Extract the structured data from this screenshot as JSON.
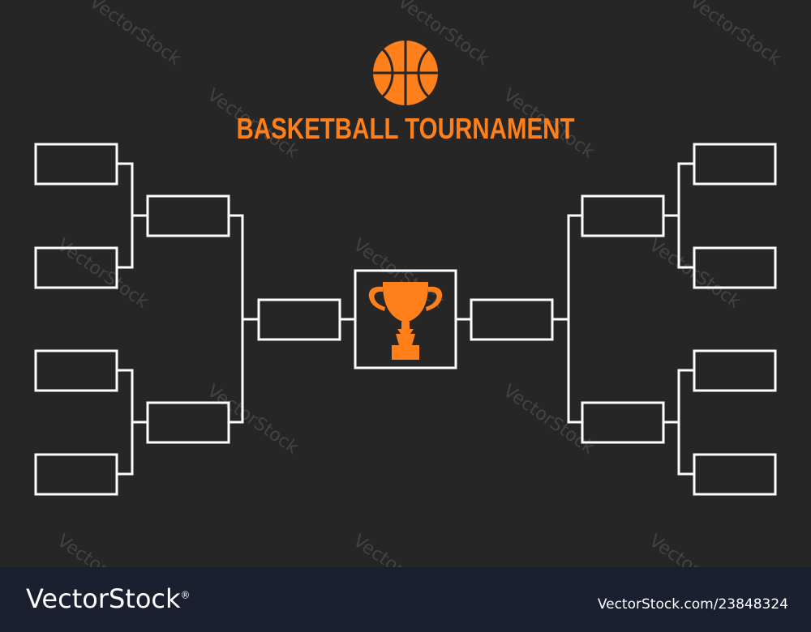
{
  "title": "BASKETBALL TOURNAMENT",
  "watermark_text": "VectorStock",
  "footer": {
    "logo_text": "VectorStock",
    "logo_mark": "®",
    "image_id": "VectorStock.com/23848324"
  },
  "colors": {
    "background": "#262626",
    "accent": "#ff7f1a",
    "bracket_lines": "#ffffff",
    "footer_background": "#1a2030"
  },
  "icons": {
    "top": "basketball-icon",
    "center": "trophy-icon"
  },
  "bracket": {
    "left_round_1_slots": 4,
    "left_round_2_slots": 2,
    "left_semifinal_slots": 1,
    "right_round_1_slots": 4,
    "right_round_2_slots": 2,
    "right_semifinal_slots": 1,
    "champion_slot": "trophy"
  }
}
